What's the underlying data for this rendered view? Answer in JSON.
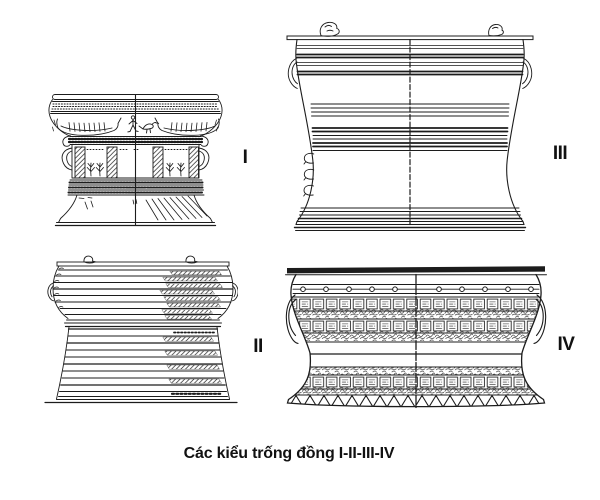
{
  "figure": {
    "caption": "Các kiểu trống đồng I-II-III-IV",
    "ink": "#1c1c1c",
    "background": "#ffffff",
    "drums": [
      {
        "label": "I",
        "position": "top-left"
      },
      {
        "label": "II",
        "position": "bottom-left"
      },
      {
        "label": "III",
        "position": "top-right"
      },
      {
        "label": "IV",
        "position": "bottom-right"
      }
    ]
  }
}
